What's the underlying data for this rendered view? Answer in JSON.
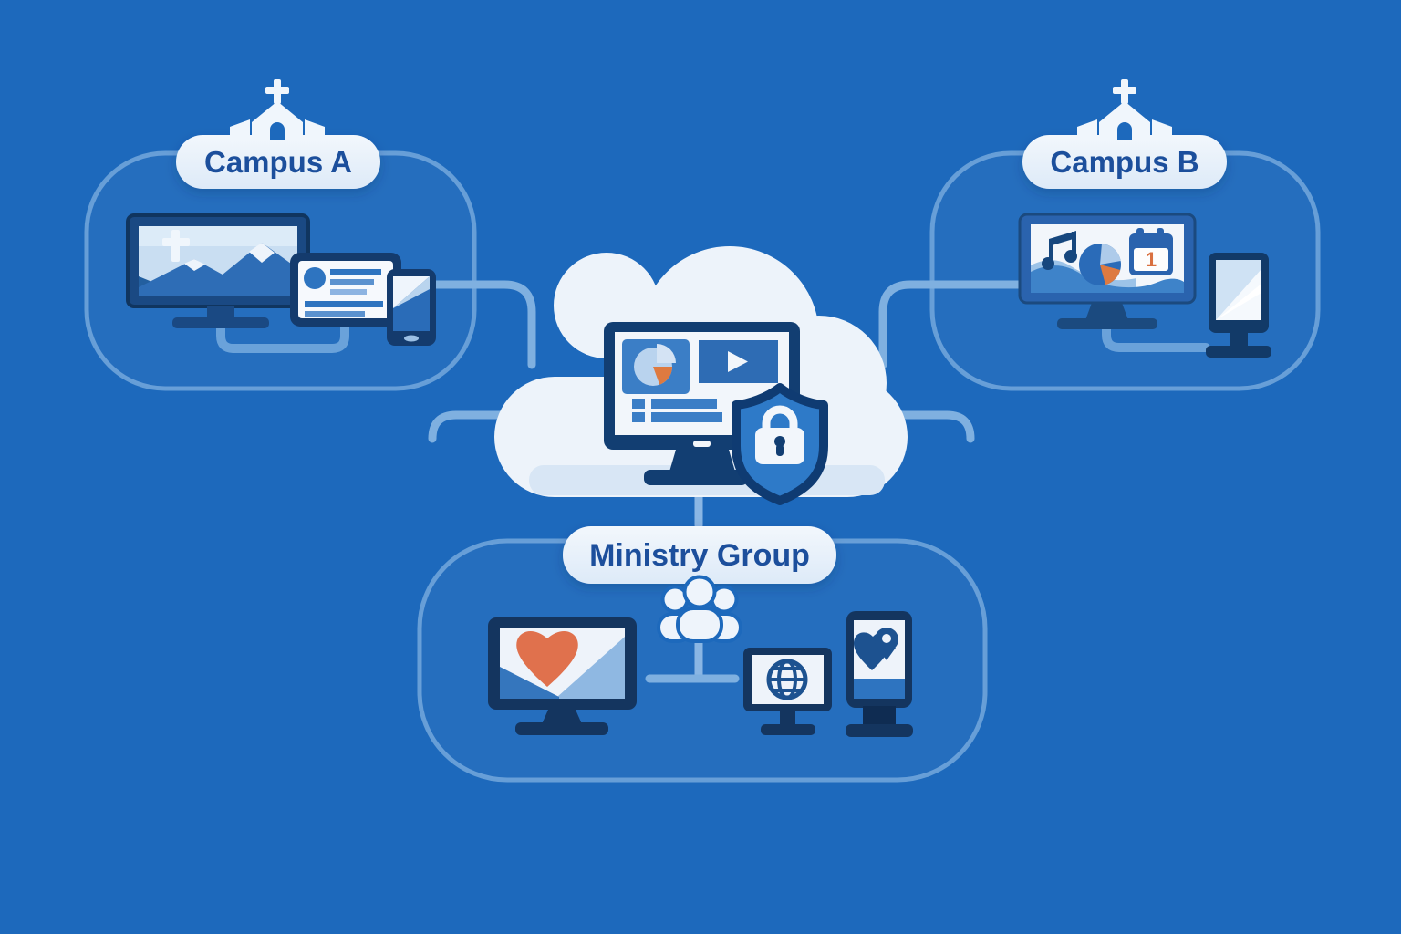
{
  "diagram": {
    "background_color": "#1d69bc",
    "hub": {
      "name": "cloud-media-hub",
      "icons": [
        "dashboard-monitor-icon",
        "pie-chart-icon",
        "video-play-icon",
        "shield-lock-icon"
      ]
    },
    "zones": {
      "campus_a": {
        "label": "Campus A",
        "icon": "church-icon",
        "devices": [
          "tv-cross-mountain-display",
          "announcement-tablet",
          "smartphone"
        ]
      },
      "campus_b": {
        "label": "Campus B",
        "icon": "church-icon",
        "calendar_day": "1",
        "devices": [
          "media-dashboard-display",
          "portrait-display"
        ]
      },
      "ministry_group": {
        "label": "Ministry Group",
        "icon": "people-group-icon",
        "devices": [
          "heart-envelope-display",
          "globe-display",
          "map-pin-kiosk"
        ]
      }
    },
    "colors": {
      "zone_outline": "#7fb0e0",
      "pill_bg": "#e9f2fb",
      "pill_text": "#1c4f9c",
      "cloud": "#edf3fa",
      "device_navy": "#14355f",
      "device_blue": "#2a63ae",
      "panel_blue": "#3b7ec6",
      "accent_orange": "#e0714d",
      "connector": "#7fb0e0"
    }
  }
}
